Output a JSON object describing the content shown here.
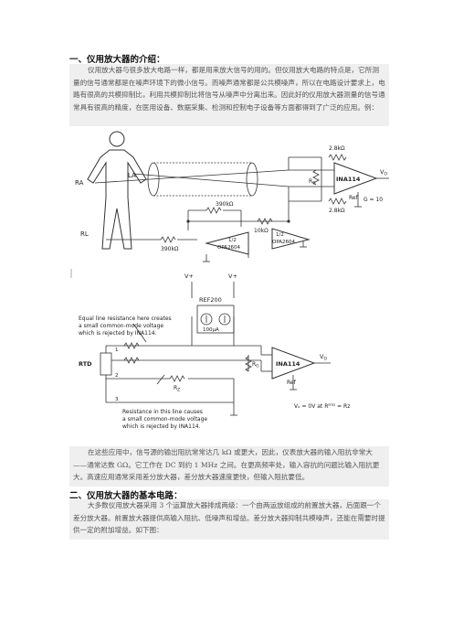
{
  "section1": {
    "heading": "一、仪用放大器的介绍：",
    "paragraph": "仪用放大器与很多放大电路一样，都是用来放大信号的用的。但仪用放大电路的特点是，它所测量的信号通常都是在噪声环境下的微小信号。而噪声通常都是公共模噪声，所以在电路设计要求上，电路有很高的共模抑制比，利用共模抑制比将信号从噪声中分离出来。因此好的仪用放大器测量的信号通常具有很高的精度，在医用设备、数据采集、检测和控制电子设备等方面都得到了广泛的应用。例："
  },
  "figure1": {
    "ra": "RA",
    "la": "LA",
    "rl": "RL",
    "r390_top": "390kΩ",
    "r390_left": "390kΩ",
    "r10k": "10kΩ",
    "half1": "1/2",
    "opa_left": "OPA2604",
    "half2": "1/2",
    "opa_right": "OPA2604",
    "r28_top": "2.8kΩ",
    "rg": "R",
    "rg_sub": "G",
    "r28_bottom": "2.8kΩ",
    "ina": "INA114",
    "ref": "Ref",
    "vo": "V",
    "vo_sub": "O",
    "gain": "G = 10"
  },
  "figure2": {
    "vplus1": "V+",
    "vplus2": "V+",
    "ref200": "REF200",
    "current": "100μA",
    "note_top": [
      "Equal line resistance here creates",
      "a small common-mode voltage",
      "which is rejected by INA114."
    ],
    "rtd": "RTD",
    "n1": "1",
    "n2": "2",
    "n3": "3",
    "rg": "R",
    "rg_sub": "G",
    "r2": "R",
    "r2_sub": "Z",
    "ina": "INA114",
    "ref": "Ref",
    "vo": "V",
    "vo_sub": "O",
    "note_bottom": [
      "Resistance in this line causes",
      "a small common-mode voltage",
      "which is rejected by INA114."
    ],
    "formula": "Vₒ = 0V at Rᴿᵀᴰ = Rᴢ"
  },
  "section1b": {
    "paragraph": "在这些应用中，信号源的输出阻抗常常达几 kΩ 或更大，因此，仪表放大器的输入阻抗非常大——通常达数 GΩ。它工作在 DC 到约 1 MHz 之间。在更高频率处，输入容抗的问题比输入阻抗更大。高速应用通常采用差分放大器，差分放大器速度更快，但输入阻抗要低。"
  },
  "section2": {
    "heading": "二、仪用放大器的基本电路：",
    "paragraph": "大多数仪用放大器采用 3 个运算放大器排成两级：一个由两运放组成的前置放大器，后面跟一个差分放大器。前置放大器提供高输入阻抗、低噪声和增益。差分放大器抑制共模噪声，还能在需要时提供一定的附加增益。如下图："
  }
}
